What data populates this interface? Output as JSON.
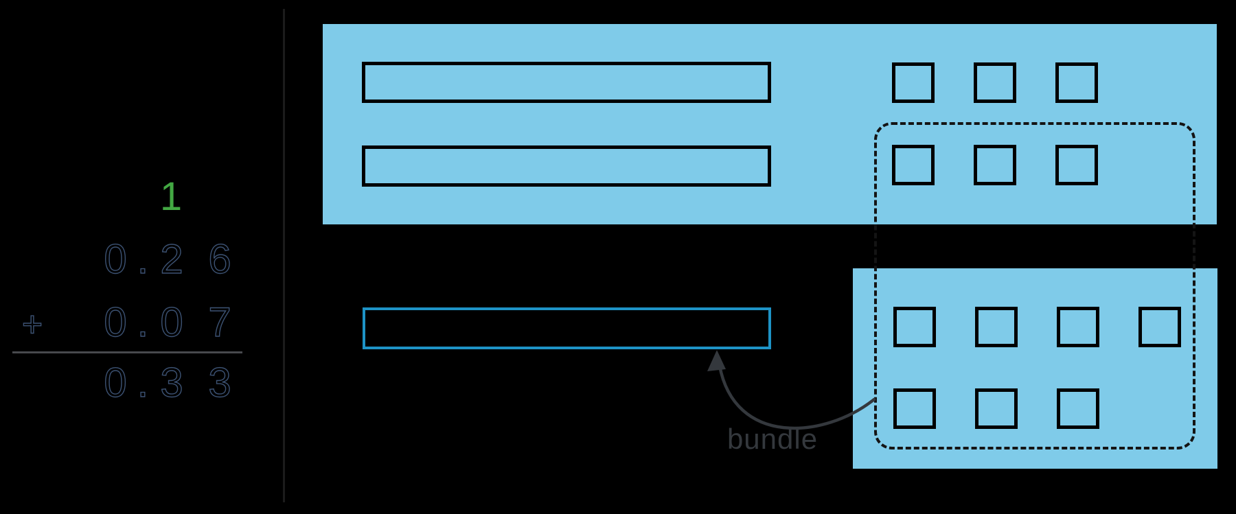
{
  "addition": {
    "carry": "1",
    "operator": "+",
    "row1": {
      "ones": "0",
      "point": ".",
      "tenths": "2",
      "hundredths": "6"
    },
    "row2": {
      "ones": "0",
      "point": ".",
      "tenths": "0",
      "hundredths": "7"
    },
    "sum": {
      "ones": "0",
      "point": ".",
      "tenths": "3",
      "hundredths": "3"
    }
  },
  "blocks": {
    "top_panel": {
      "tenth_bars": 2,
      "squares_row1": 3,
      "squares_row2": 3
    },
    "bottom_panel": {
      "squares_row1": 4,
      "squares_row2": 3
    },
    "squares_inside_dashed_outline": 10,
    "new_tenth_bars": 1
  },
  "bundle_label": "bundle",
  "colors": {
    "bg": "#000000",
    "panel": "#7fcbe9",
    "teal": "#1e93c6",
    "green": "#43a843",
    "arrow": "#34383d"
  }
}
